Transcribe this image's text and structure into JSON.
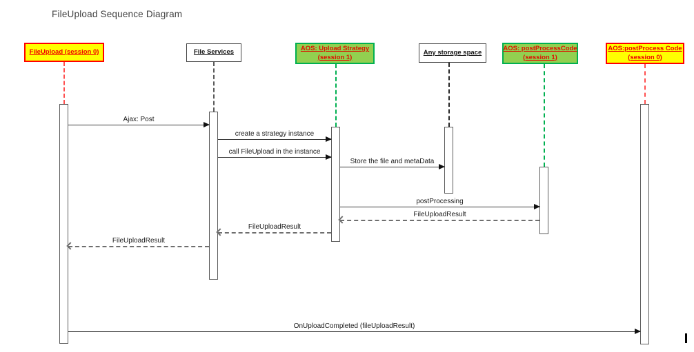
{
  "title": "FileUpload Sequence Diagram",
  "colors": {
    "yellow_fill": "#FFFF00",
    "yellow_border": "#FF0000",
    "green_fill": "#92D050",
    "green_border": "#00B050",
    "white_box_border": "#404040",
    "red_text": "#FF0000",
    "lifeline_red": "#FF5050",
    "lifeline_green": "#00B050",
    "message_line": "#383838"
  },
  "actors": [
    {
      "line1": "FileUpload (session 0)"
    },
    {
      "line1": "File Services"
    },
    {
      "line1": "AOS: Upload Strategy",
      "line2": "(session 1)"
    },
    {
      "line1": "Any storage space"
    },
    {
      "line1": "AOS: postProcessCode",
      "line2": "(session 1)"
    },
    {
      "line1": "AOS:postProcess Code",
      "line2": "(session 0)"
    }
  ],
  "messages": [
    {
      "label": "Ajax: Post",
      "from": "FileUpload (session 0)",
      "to": "File Services",
      "style": "solid"
    },
    {
      "label": "create a strategy instance",
      "from": "File Services",
      "to": "AOS: Upload Strategy (session 1)",
      "style": "solid"
    },
    {
      "label": "call FileUpload in the instance",
      "from": "File Services",
      "to": "AOS: Upload Strategy (session 1)",
      "style": "solid"
    },
    {
      "label": "Store the file and metaData",
      "from": "AOS: Upload Strategy (session 1)",
      "to": "Any storage space",
      "style": "solid"
    },
    {
      "label": "postProcessing",
      "from": "AOS: Upload Strategy (session 1)",
      "to": "AOS: postProcessCode (session 1)",
      "style": "solid"
    },
    {
      "label": "FileUploadResult",
      "from": "AOS: postProcessCode (session 1)",
      "to": "AOS: Upload Strategy (session 1)",
      "style": "dashed-return"
    },
    {
      "label": "FileUploadResult",
      "from": "AOS: Upload Strategy (session 1)",
      "to": "File Services",
      "style": "dashed-return"
    },
    {
      "label": "FileUploadResult",
      "from": "File Services",
      "to": "FileUpload (session 0)",
      "style": "dashed-return"
    },
    {
      "label": "OnUploadCompleted (fileUploadResult)",
      "from": "FileUpload (session 0)",
      "to": "AOS:postProcess Code (session 0)",
      "style": "solid"
    }
  ]
}
